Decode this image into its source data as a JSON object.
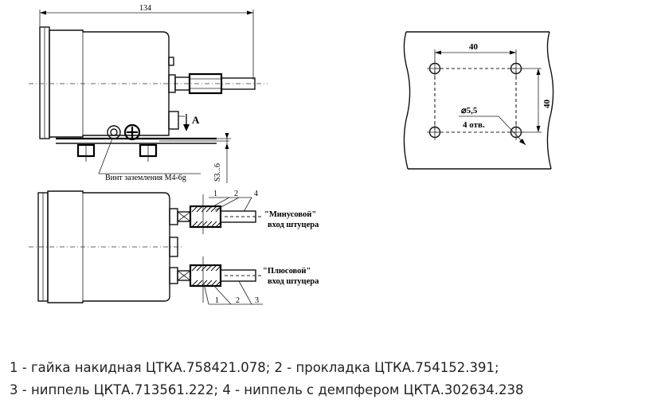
{
  "drawing": {
    "dimension_134": "134",
    "dimension_40_horizontal": "40",
    "dimension_40_vertical": "40",
    "hole_diameter": "⌀5,5",
    "hole_count": "4 отв.",
    "view_label": "A",
    "gap_dimension": "S3...6",
    "grounding_screw": "Винт заземления М4-6g",
    "minus_input_line1": "\"Минусовой\"",
    "minus_input_line2": "вход штуцера",
    "plus_input_line1": "\"Плюсовой\"",
    "plus_input_line2": "вход штуцера",
    "callouts_top": [
      "1",
      "2",
      "4"
    ],
    "callouts_bottom": [
      "1",
      "2",
      "3"
    ]
  },
  "caption": {
    "line1": "1 - гайка накидная ЦТКА.758421.078; 2 - прокладка ЦТКА.754152.391;",
    "line2": "3 - ниппель ЦКТА.713561.222; 4 - ниппель с демпфером ЦКТА.302634.238"
  }
}
